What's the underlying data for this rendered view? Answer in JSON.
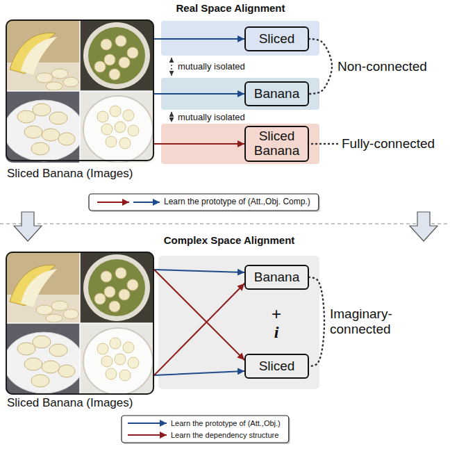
{
  "diagram": {
    "nodes": [
      {
        "text": [
          "Sliced Banana (Images)"
        ]
      },
      {
        "text": [
          "Sliced"
        ]
      },
      {
        "text": [
          "Banana"
        ]
      },
      {
        "text": [
          "Sliced Banana"
        ]
      },
      {
        "text": [
          "Sliced Banana (Images)"
        ]
      },
      {
        "text": [
          "+",
          "i"
        ]
      },
      {
        "text": [
          "Banana"
        ],
        "in": 5
      },
      {
        "text": [
          "Sliced"
        ],
        "in": 5
      }
    ],
    "edges": [
      {
        "from": 0,
        "to": 1,
        "arrow": "to"
      },
      {
        "from": 0,
        "to": 2,
        "arrow": "to"
      },
      {
        "from": 0,
        "to": 3,
        "arrow": "to"
      },
      {
        "from": 1,
        "to": 2,
        "arrow": "none",
        "label": "Non-connected"
      },
      {
        "from": 4,
        "to": 6,
        "arrow": "to"
      },
      {
        "from": 4,
        "to": 7,
        "arrow": "to"
      },
      {
        "from": 4,
        "to": 7,
        "arrow": "to"
      },
      {
        "from": 4,
        "to": 6,
        "arrow": "to"
      },
      {
        "from": 6,
        "to": 7,
        "arrow": "none",
        "label": "Imaginary-connected"
      }
    ],
    "labels": [
      "Real Space Alignment",
      "mutually isolated",
      "mutually isolated",
      "Fully-connected",
      "Complex Space Alignment"
    ],
    "legend": [
      {
        "text": "Learn the prototype of (Att.,Obj. Comp.)"
      },
      {
        "text": "Learn the prototype of (Att.,Obj.)"
      },
      {
        "text": "Learn the dependency structure"
      }
    ]
  }
}
